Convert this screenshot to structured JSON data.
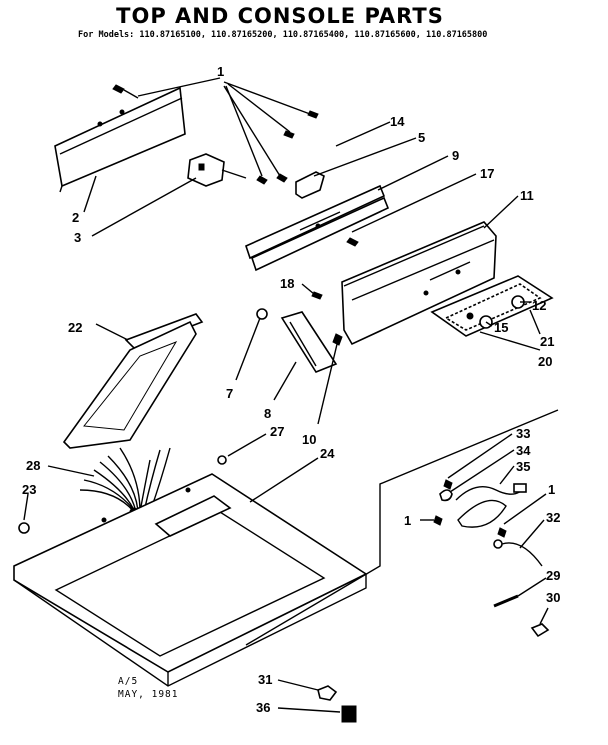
{
  "diagram": {
    "title": "TOP AND CONSOLE PARTS",
    "models_line": "For Models: 110.87165100, 110.87165200, 110.87165400, 110.87165600, 110.87165800",
    "footer_line1": "A/5",
    "footer_line2": "MAY, 1981",
    "callouts": {
      "c1": "1",
      "c1b": "1",
      "c1c": "1",
      "c2": "2",
      "c3": "3",
      "c5": "5",
      "c7": "7",
      "c8": "8",
      "c9": "9",
      "c10": "10",
      "c11": "11",
      "c12": "12",
      "c14": "14",
      "c15": "15",
      "c17": "17",
      "c18": "18",
      "c20": "20",
      "c21": "21",
      "c22": "22",
      "c23": "23",
      "c24": "24",
      "c27": "27",
      "c28": "28",
      "c29": "29",
      "c30": "30",
      "c31": "31",
      "c32": "32",
      "c33": "33",
      "c34": "34",
      "c35": "35",
      "c36": "36"
    }
  }
}
